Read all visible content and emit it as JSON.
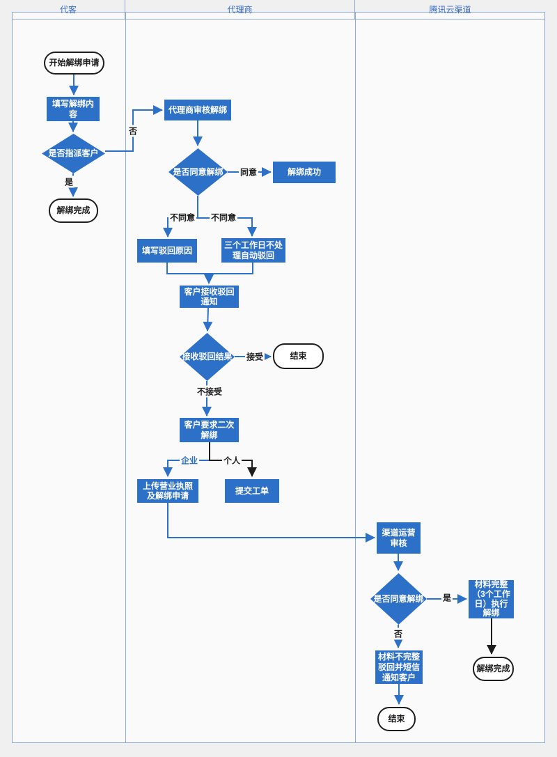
{
  "lanes": {
    "customer": "代客",
    "agent": "代理商",
    "channel": "腾讯云渠道"
  },
  "nodes": {
    "start": "开始解绑申请",
    "fill_content": "填写解绑内容",
    "assign_decision": "是否指派客户",
    "done1": "解绑完成",
    "agent_review": "代理商审核解绑",
    "agent_decision": "是否同意解绑",
    "success": "解绑成功",
    "reject_reason": "填写驳回原因",
    "auto_reject": "三个工作日不处理自动驳回",
    "notice": "客户接收驳回通知",
    "result_decision": "接收驳回结果",
    "end1": "结束",
    "second_unbind": "客户要求二次解绑",
    "upload": "上传营业执照及解绑申请",
    "ticket": "提交工单",
    "channel_review": "渠道运营审核",
    "channel_decision": "是否同意解绑",
    "complete": "材料完整（3个工作日）执行解绑",
    "incomplete": "材料不完整驳回并短信通知客户",
    "done2": "解绑完成",
    "end2": "结束"
  },
  "edge_labels": {
    "no1": "否",
    "yes1": "是",
    "agree": "同意",
    "disagree_left": "不同意",
    "disagree_right": "不同意",
    "accept": "接受",
    "not_accept": "不接受",
    "enterprise": "企业",
    "personal": "个人",
    "yes2": "是",
    "no2": "否"
  },
  "colors": {
    "shape_fill": "#2d70c7",
    "connector_blue": "#2d70c7",
    "connector_black": "#1d1d1d",
    "lane_border": "#8ea9d2",
    "lane_header_text": "#3a6cc4",
    "lane_background": "#fafafa",
    "page_background": "#f0f0f0"
  }
}
